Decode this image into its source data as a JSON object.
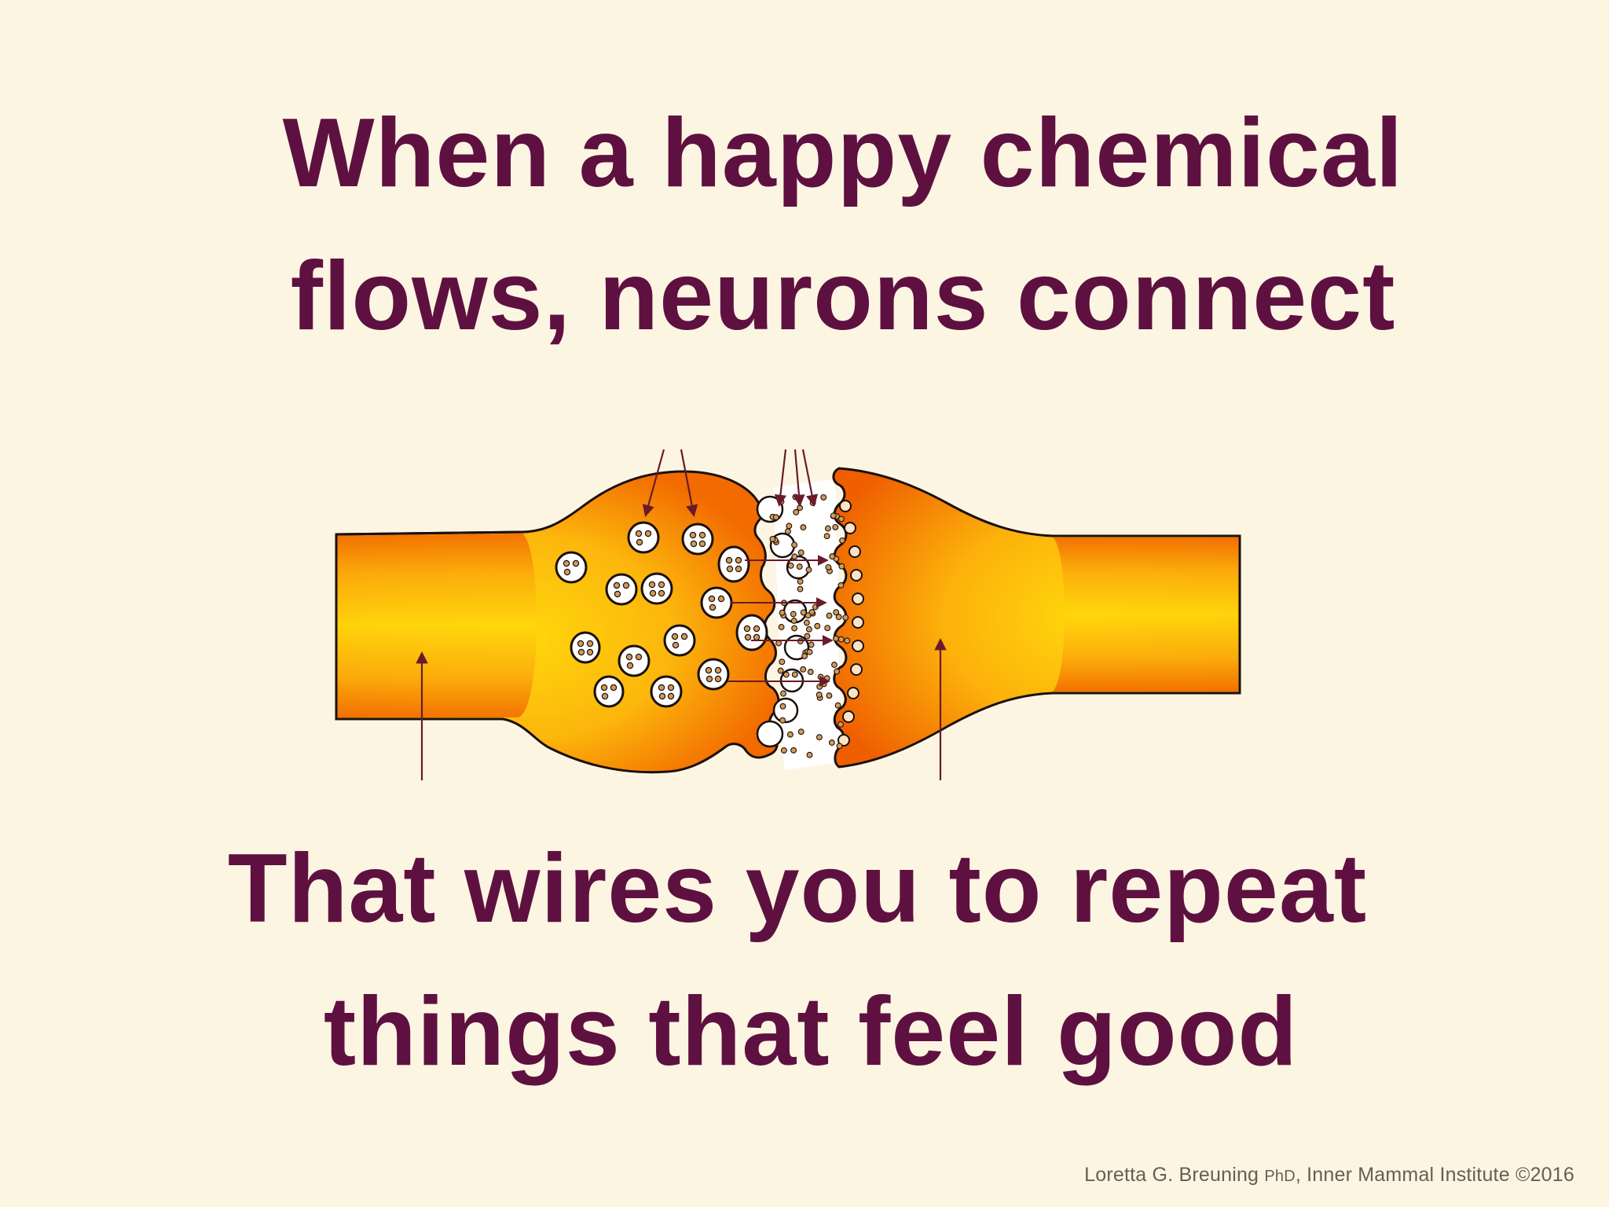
{
  "headline_top": {
    "line1": "When a happy chemical",
    "line2": "flows, neurons connect"
  },
  "headline_bottom": {
    "line1": "That wires you to repeat",
    "line2": "things that feel good"
  },
  "credit": {
    "author": "Loretta G. Breuning",
    "degree": "PhD",
    "institute": ", Inner Mammal Institute",
    "copyright": "©2016"
  },
  "diagram": {
    "description_icon": "synapse-diagram",
    "colors": {
      "outline": "#1a1010",
      "neuron_core": "#ffd20a",
      "neuron_edge": "#f06a00",
      "cleft": "#ffffff",
      "arrow": "#6a1a2a",
      "vesicle_dot": "#d59a55"
    }
  },
  "colors": {
    "background": "#fcf5e2",
    "headline": "#5e1140",
    "credit": "#6b5b56"
  }
}
